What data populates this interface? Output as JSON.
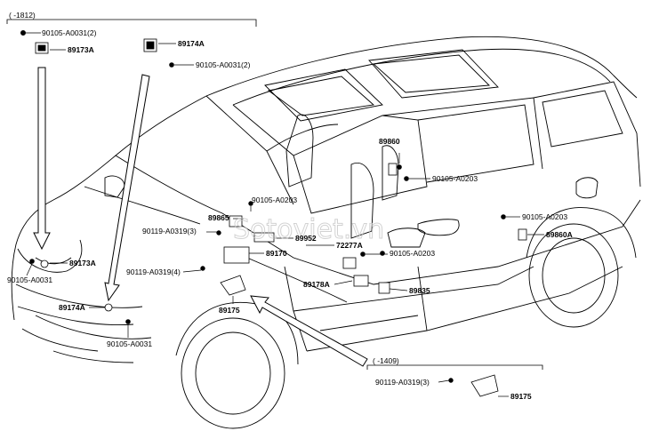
{
  "brackets": {
    "top_left_range": "(  -1812)",
    "bottom_right_range": "(  -1409)"
  },
  "labels": {
    "p90105_a0031_2_top": "90105-A0031(2)",
    "p89173a_top": "89173A",
    "p89174a_top": "89174A",
    "p90105_a0031_2_right": "90105-A0031(2)",
    "p89860": "89860",
    "p90105_a0203_upper": "90105-A0203",
    "p90105_a0203_left": "90105-A0203",
    "p90105_a0203_right": "90105-A0203",
    "p89860a": "89860A",
    "p89865": "89865",
    "p90119_a0319_3": "90119-A0319(3)",
    "p89952": "89952",
    "p72277a": "72277A",
    "p89170": "89170",
    "p90105_a0203_center": "90105-A0203",
    "p89173a_mid": "89173A",
    "p90105_a0031_left": "90105-A0031",
    "p90119_a0319_4": "90119-A0319(4)",
    "p89178a": "89178A",
    "p89835": "89835",
    "p89174a_mid": "89174A",
    "p89175_mid": "89175",
    "p90105_a0031_bottom": "90105-A0031",
    "p90119_a0319_3_inset": "90119-A0319(3)",
    "p89175_inset": "89175"
  },
  "watermark": "Sotoviet.vn",
  "colors": {
    "line": "#000000",
    "watermark": "#c8c8c8",
    "background": "#ffffff"
  }
}
